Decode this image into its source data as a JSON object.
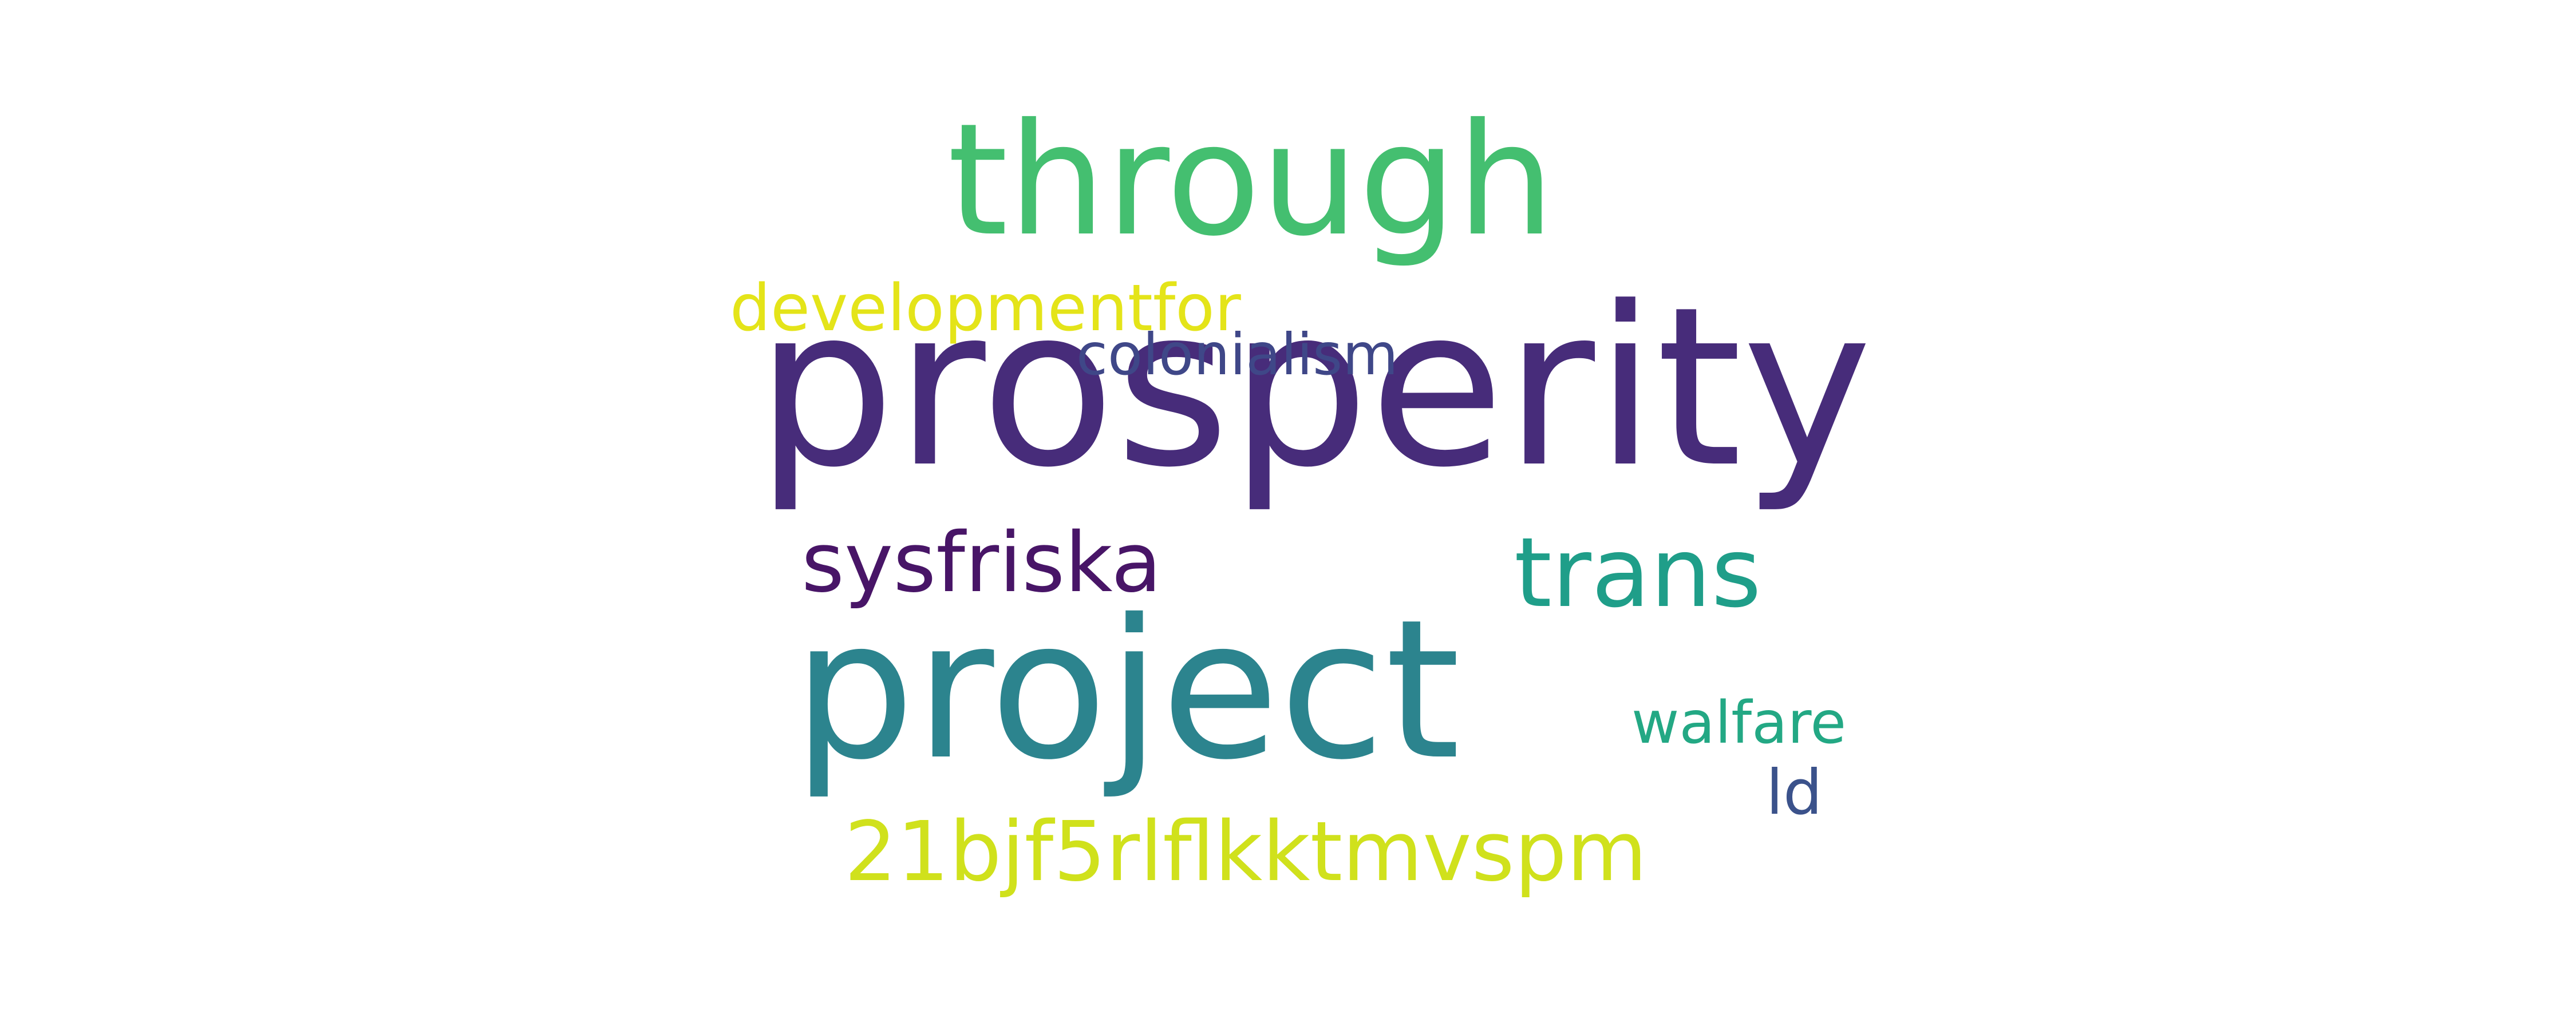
{
  "words": [
    {
      "text": "prosperity",
      "color": "#472c7a"
    },
    {
      "text": "project",
      "color": "#2c848e"
    },
    {
      "text": "through",
      "color": "#44bf70"
    },
    {
      "text": "trans",
      "color": "#1f9e89"
    },
    {
      "text": "sysfriska",
      "color": "#481567"
    },
    {
      "text": "21bjf5rlflkktmvspm",
      "color": "#d0e11c"
    },
    {
      "text": "developmentfor",
      "color": "#e4e419"
    },
    {
      "text": "walfare",
      "color": "#23a884"
    },
    {
      "text": "colonialism",
      "color": "#3f4788"
    },
    {
      "text": "ld",
      "color": "#3b528b"
    }
  ]
}
